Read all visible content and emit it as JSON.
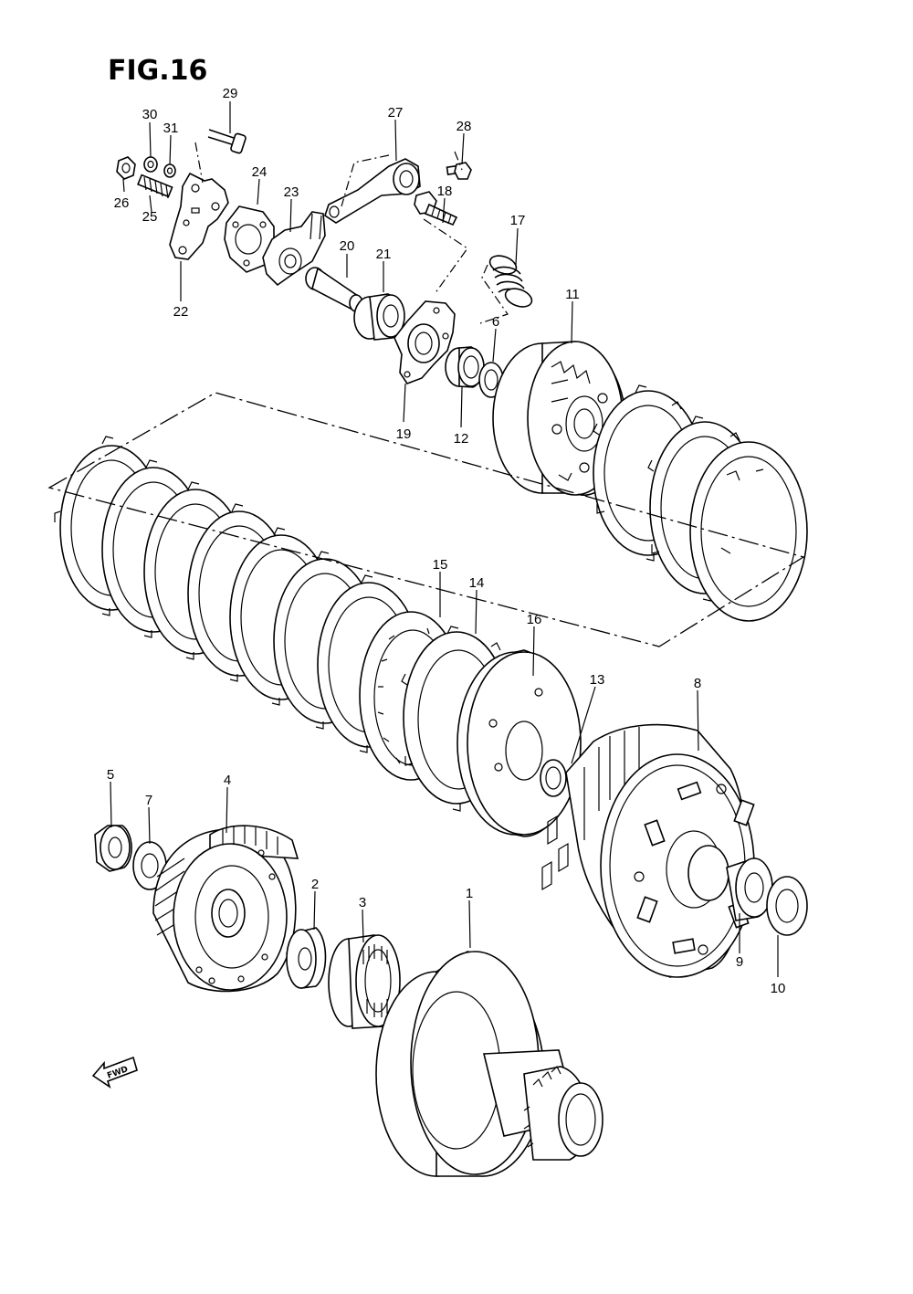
{
  "figure": {
    "title": "FIG.16"
  },
  "forward_marker": {
    "label": "FWD",
    "icon": "forward-arrow-icon"
  },
  "callouts": [
    {
      "number": "1",
      "part": "primary-driven-gear"
    },
    {
      "number": "2",
      "part": "spacer"
    },
    {
      "number": "3",
      "part": "needle-bearing"
    },
    {
      "number": "4",
      "part": "centrifugal-clutch-assembly"
    },
    {
      "number": "5",
      "part": "nut"
    },
    {
      "number": "6",
      "part": "washer"
    },
    {
      "number": "7",
      "part": "washer"
    },
    {
      "number": "8",
      "part": "clutch-housing"
    },
    {
      "number": "9",
      "part": "spacer"
    },
    {
      "number": "10",
      "part": "thrust-washer"
    },
    {
      "number": "11",
      "part": "clutch-sleeve-hub"
    },
    {
      "number": "12",
      "part": "bearing"
    },
    {
      "number": "13",
      "part": "washer"
    },
    {
      "number": "14",
      "part": "drive-plate"
    },
    {
      "number": "15",
      "part": "driven-plate"
    },
    {
      "number": "16",
      "part": "pressure-plate"
    },
    {
      "number": "17",
      "part": "clutch-spring"
    },
    {
      "number": "18",
      "part": "bolt"
    },
    {
      "number": "19",
      "part": "release-plate"
    },
    {
      "number": "20",
      "part": "pin"
    },
    {
      "number": "21",
      "part": "bearing"
    },
    {
      "number": "22",
      "part": "release-cam-plate"
    },
    {
      "number": "23",
      "part": "release-cam"
    },
    {
      "number": "24",
      "part": "gasket"
    },
    {
      "number": "25",
      "part": "adjusting-screw"
    },
    {
      "number": "26",
      "part": "nut"
    },
    {
      "number": "27",
      "part": "release-arm"
    },
    {
      "number": "28",
      "part": "bolt"
    },
    {
      "number": "29",
      "part": "screw"
    },
    {
      "number": "30",
      "part": "nut"
    },
    {
      "number": "31",
      "part": "washer"
    }
  ]
}
